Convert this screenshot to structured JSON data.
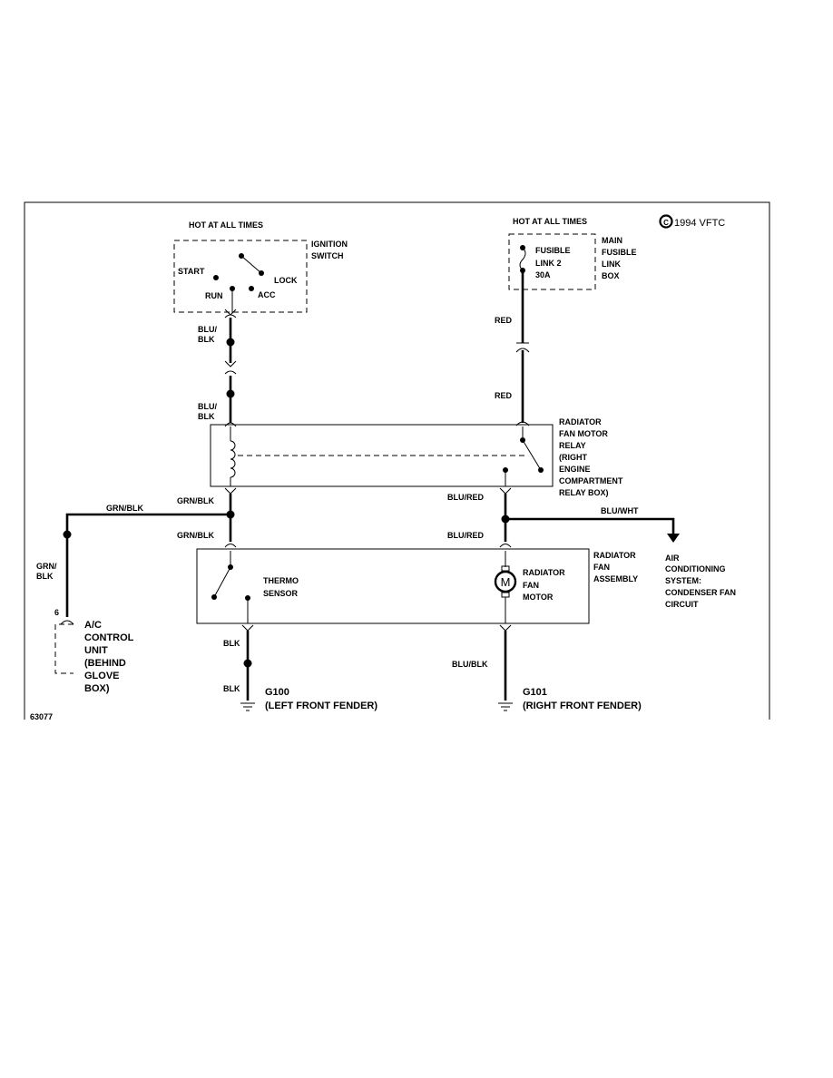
{
  "copyright": "1994 VFTC",
  "copyright_symbol": "C",
  "figure_id": "63077",
  "ignition": {
    "hot": "HOT AT ALL TIMES",
    "title": [
      "IGNITION",
      "SWITCH"
    ],
    "start": "START",
    "lock": "LOCK",
    "run": "RUN",
    "acc": "ACC",
    "wire_top": [
      "BLU/",
      "BLK"
    ],
    "wire_bottom": [
      "BLU/",
      "BLK"
    ]
  },
  "fusible": {
    "hot": "HOT AT ALL TIMES",
    "inner": [
      "FUSIBLE",
      "LINK 2",
      "30A"
    ],
    "title": [
      "MAIN",
      "FUSIBLE",
      "LINK",
      "BOX"
    ],
    "wire_top": "RED",
    "wire_bottom": "RED"
  },
  "relay": {
    "title": [
      "RADIATOR",
      "FAN MOTOR",
      "RELAY",
      "(RIGHT",
      "ENGINE",
      "COMPARTMENT",
      "RELAY BOX)"
    ]
  },
  "wires": {
    "grn_left": "GRN/BLK",
    "grn_relay": "GRN/BLK",
    "grn_lower": "GRN/BLK",
    "grn_vertical": [
      "GRN/",
      "BLK"
    ],
    "blu_red_upper": "BLU/RED",
    "blu_red_lower": "BLU/RED",
    "blu_wht": "BLU/WHT",
    "blk_upper": "BLK",
    "blk_lower": "BLK",
    "blu_blk": "BLU/BLK"
  },
  "ac": {
    "title": [
      "AIR",
      "CONDITIONING",
      "SYSTEM:",
      "CONDENSER FAN",
      "CIRCUIT"
    ]
  },
  "fan_assembly": {
    "title": [
      "RADIATOR",
      "FAN",
      "ASSEMBLY"
    ],
    "thermo": [
      "THERMO",
      "SENSOR"
    ],
    "motor": [
      "RADIATOR",
      "FAN",
      "MOTOR"
    ],
    "motor_symbol": "M"
  },
  "ac_control": {
    "pin": "6",
    "title": [
      "A/C",
      "CONTROL",
      "UNIT",
      "(BEHIND",
      "GLOVE",
      "BOX)"
    ]
  },
  "grounds": {
    "left_id": "G100",
    "left_desc": "(LEFT FRONT FENDER)",
    "right_id": "G101",
    "right_desc": "(RIGHT FRONT FENDER)"
  }
}
